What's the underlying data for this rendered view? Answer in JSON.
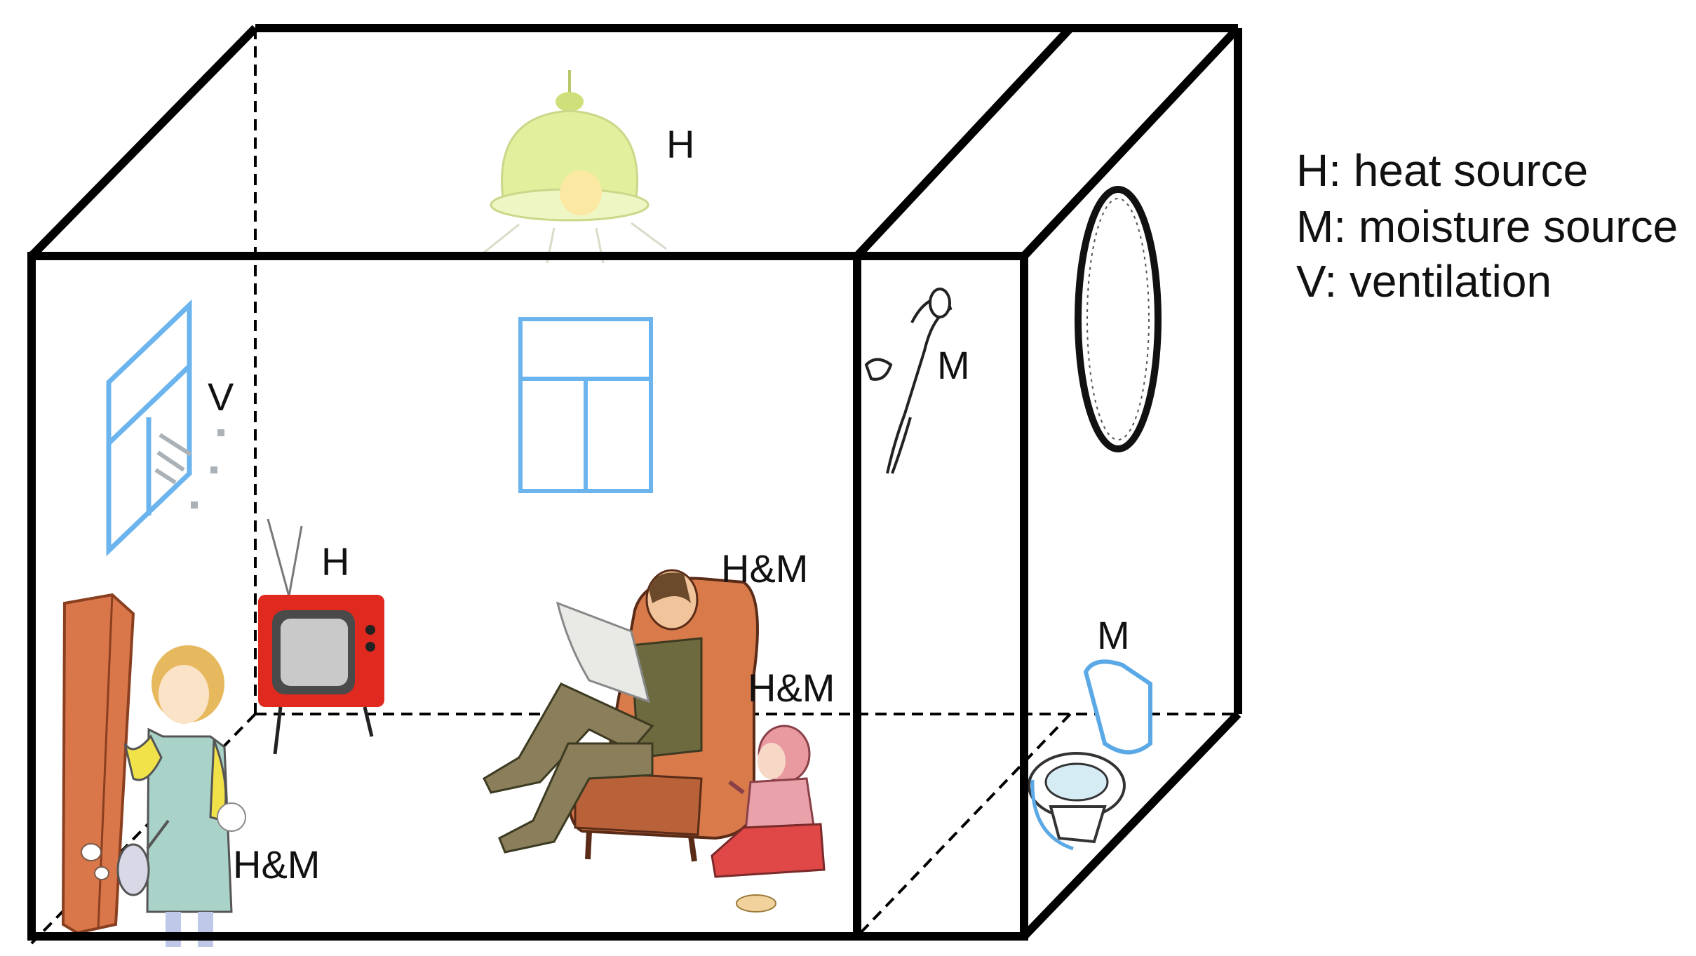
{
  "labels": {
    "lamp": "H",
    "window": "V",
    "tv": "H",
    "man": "H&M",
    "baby": "H&M",
    "woman": "H&M",
    "shower": "M",
    "toilet": "M"
  },
  "legend": [
    "H: heat source",
    "M: moisture source",
    "V: ventilation"
  ],
  "colors": {
    "outline": "#000000",
    "window": "#6cb4ee",
    "lamp": "#e2ef9c",
    "tv": "#e0291f",
    "chair": "#d97a4a",
    "wardrobe": "#d9774a",
    "baby": "#e89aa0"
  },
  "icons": [
    "ceiling-lamp-icon",
    "window-icon",
    "television-icon",
    "man-in-armchair-icon",
    "baby-icon",
    "woman-cleaning-icon",
    "wardrobe-icon",
    "shower-head-icon",
    "mirror-icon",
    "toilet-icon"
  ]
}
